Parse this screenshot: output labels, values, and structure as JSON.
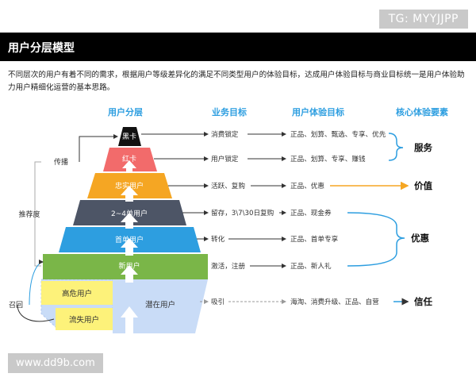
{
  "watermark_top": "TG: MYYJJPP",
  "watermark_bottom": "www.dd9b.com",
  "title": "用户分层模型",
  "description": "不同层次的用户有着不同的需求，根据用户等级差异化的满足不同类型用户的体验目标，达成用户体验目标与商业目标统一是用户体验助力用户精细化运营的基本思路。",
  "headers": {
    "layer": "用户分层",
    "business": "业务目标",
    "ux": "用户体验目标",
    "core": "核心体验要素"
  },
  "left_labels": {
    "spread": "传播",
    "recommend": "推荐度",
    "recall": "召回"
  },
  "layers": [
    {
      "name": "黑卡",
      "color": "#111111",
      "business": "消费锁定",
      "ux": "正品、划算、甄选、专享、优先"
    },
    {
      "name": "红卡",
      "color": "#f26b6b",
      "business": "用户锁定",
      "ux": "正品、划算、专享、赚钱"
    },
    {
      "name": "忠实用户",
      "color": "#f5a623",
      "business": "活跃、复购",
      "ux": "正品、优惠"
    },
    {
      "name": "2~4单用户",
      "color": "#4d5566",
      "business": "留存，3\\7\\30日复购",
      "ux": "正品、现金券"
    },
    {
      "name": "首单用户",
      "color": "#2d9ee0",
      "business": "转化",
      "ux": "正品、首单专享"
    },
    {
      "name": "新用户",
      "color": "#7ab648",
      "business": "激活，注册",
      "ux": "正品、新人礼"
    }
  ],
  "base": {
    "high_risk": "高危用户",
    "churned": "流失用户",
    "potential": "潜在用户",
    "business": "吸引",
    "ux": "海淘、消费升级、正品、自营"
  },
  "core_elements": {
    "service": "服务",
    "value": "价值",
    "discount": "优惠",
    "trust": "信任"
  },
  "colors": {
    "yellow": "#fdf27a",
    "blue_light": "#c9dcf7",
    "accent_orange": "#f5a623"
  }
}
